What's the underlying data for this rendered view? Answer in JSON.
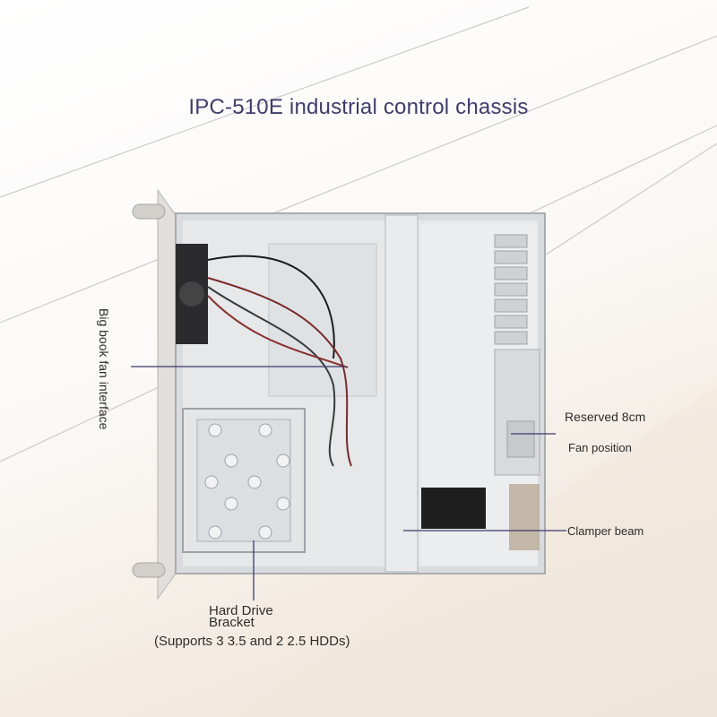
{
  "title": "IPC-510E industrial control chassis",
  "callouts": {
    "fan_interface": "Big book fan interface",
    "reserved": "Reserved 8cm",
    "fan_position": "Fan position",
    "clamper_beam": "Clamper beam",
    "hdd_line1": "Hard Drive",
    "hdd_line2": "Bracket",
    "hdd_support": "(Supports 3 3.5 and 2 2.5 HDDs)"
  },
  "colors": {
    "title": "#3f3d6e",
    "leader_line": "#3b3a6b",
    "chassis_metal": "#d9dcdf"
  }
}
